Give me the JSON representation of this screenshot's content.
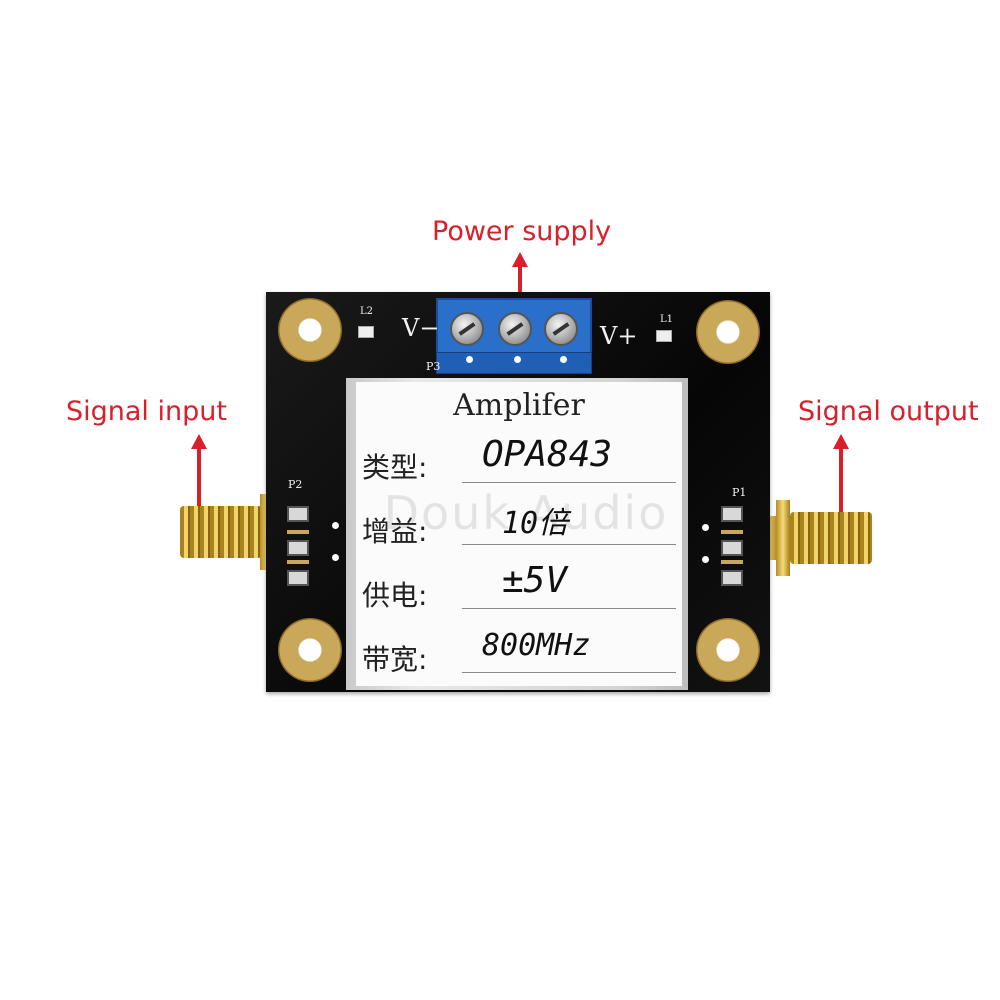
{
  "callouts": {
    "power": "Power supply",
    "input": "Signal input",
    "output": "Signal output"
  },
  "board": {
    "terminal_label": "P3",
    "v_minus": "V−",
    "v_plus": "V+",
    "led_left": "L2",
    "led_right": "L1",
    "header_left": "P2",
    "header_right": "P1"
  },
  "label": {
    "title": "Amplifer",
    "rows": [
      {
        "key": "类型:",
        "value": "OPA843"
      },
      {
        "key": "增益:",
        "value": "10倍"
      },
      {
        "key": "供电:",
        "value": "±5V"
      },
      {
        "key": "带宽:",
        "value": "800MHz"
      }
    ],
    "watermark": "Douk Audio"
  },
  "colors": {
    "callout": "#d8202a",
    "pcb": "#0a0a0a",
    "terminal": "#2a6fc9",
    "gold": "#d4a93a"
  }
}
